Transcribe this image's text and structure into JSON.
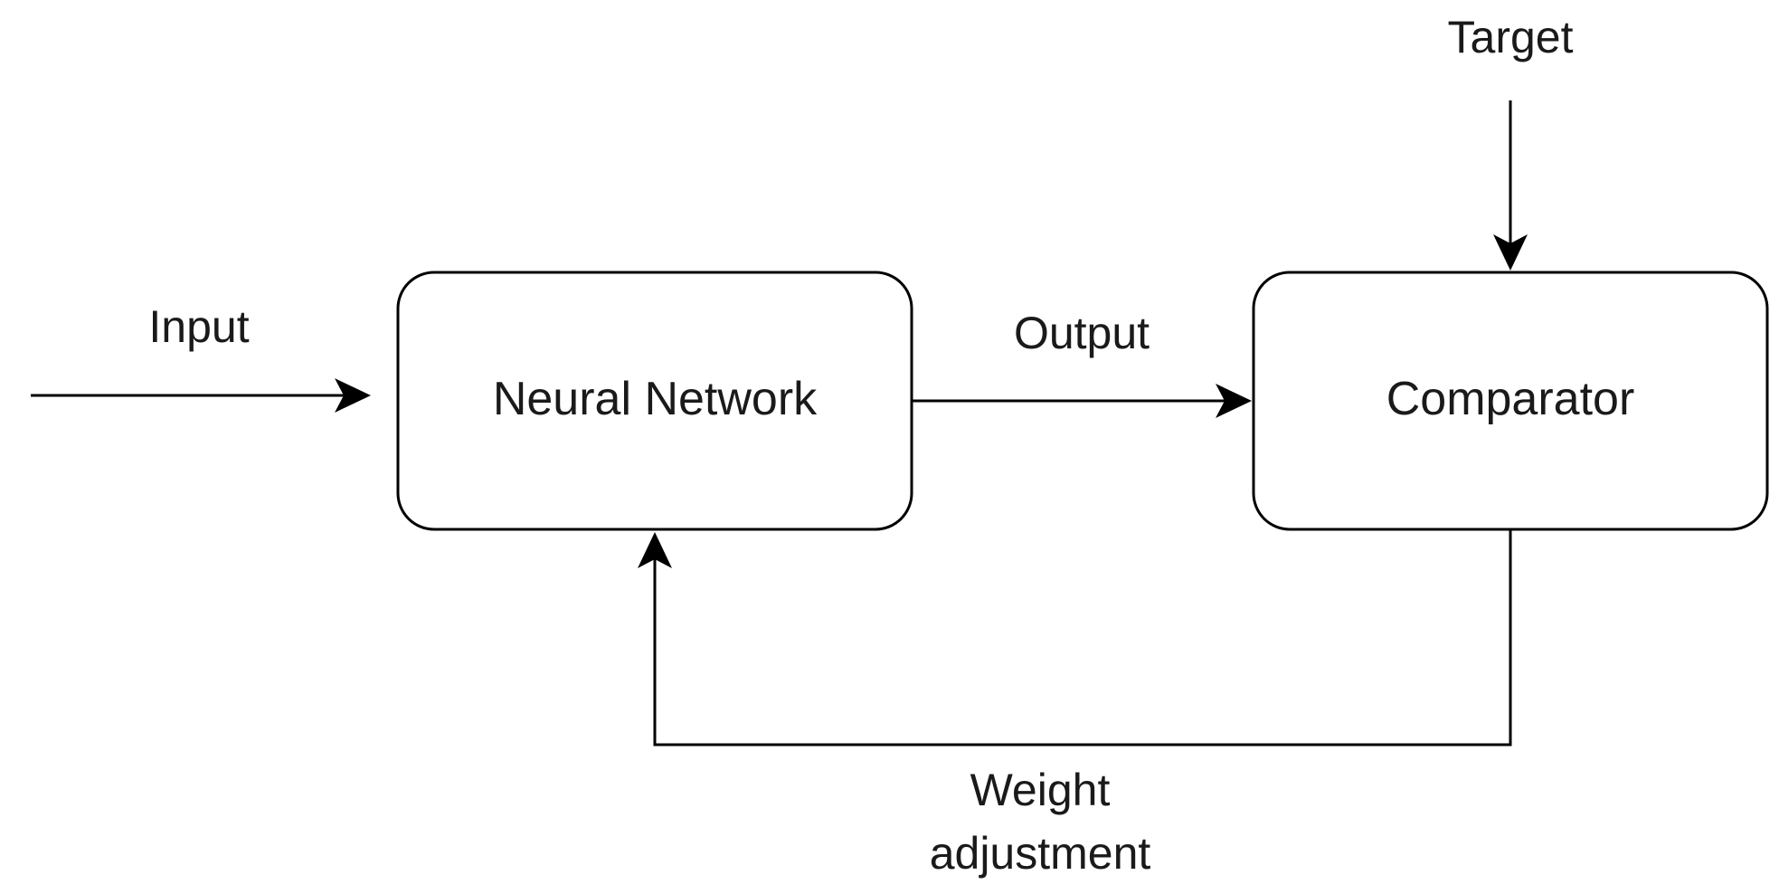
{
  "diagram": {
    "nodes": {
      "neural_network": {
        "label": "Neural Network"
      },
      "comparator": {
        "label": "Comparator"
      }
    },
    "edges": {
      "input": {
        "label": "Input"
      },
      "output": {
        "label": "Output"
      },
      "target": {
        "label": "Target"
      },
      "weight_adjustment": {
        "label_line1": "Weight",
        "label_line2": "adjustment"
      }
    },
    "colors": {
      "stroke": "#000000",
      "text": "#1a1a1a",
      "background": "#ffffff"
    }
  }
}
